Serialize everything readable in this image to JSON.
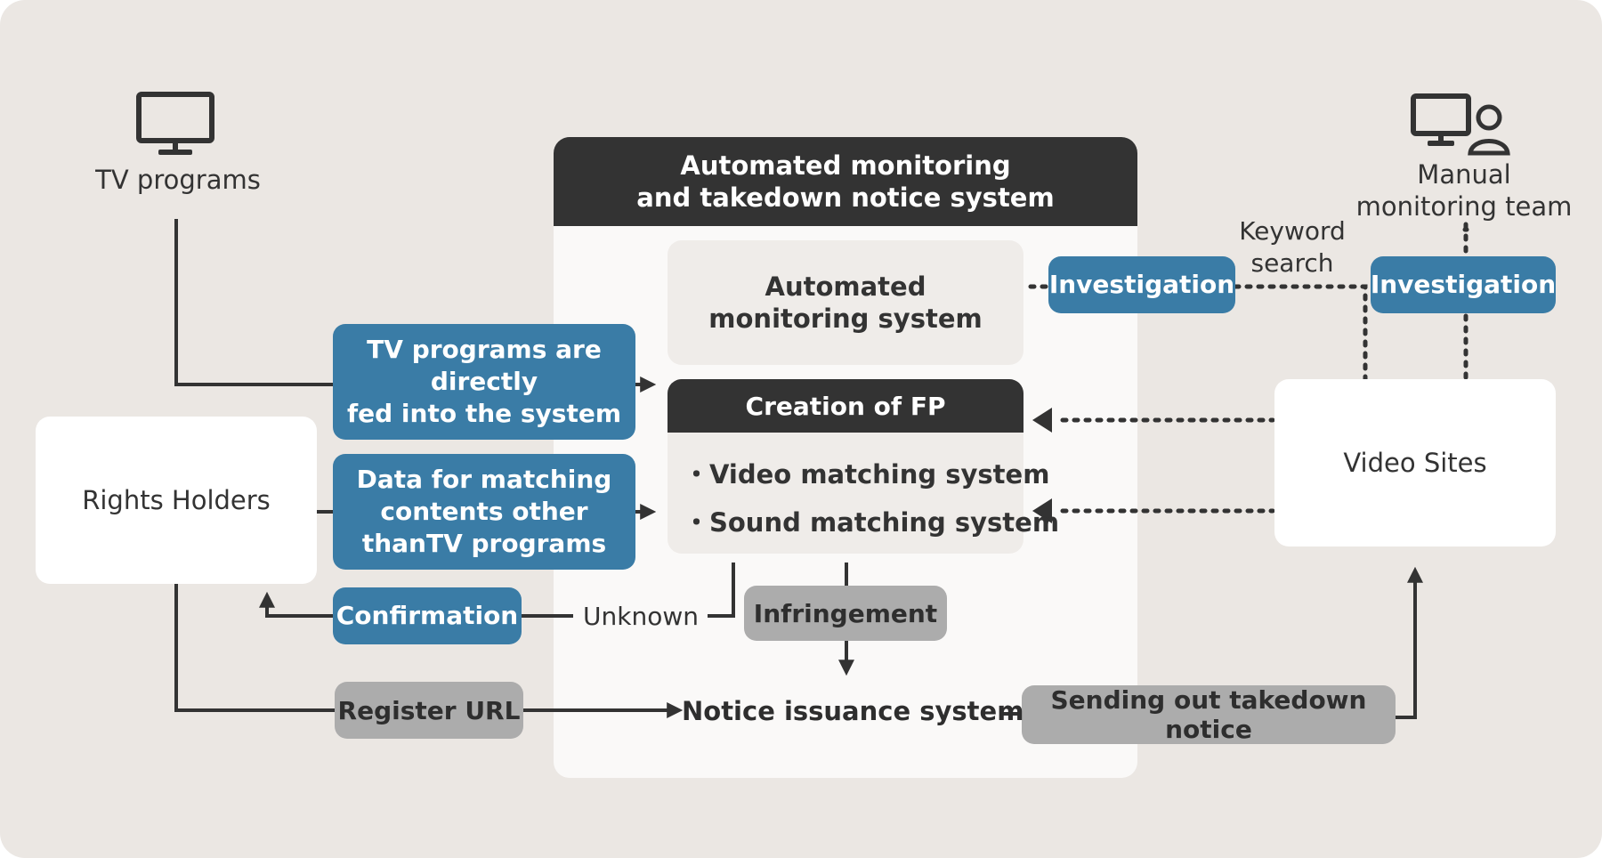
{
  "nodes": {
    "tv_programs": "TV programs",
    "manual_team_line1": "Manual",
    "manual_team_line2": "monitoring team",
    "system_title_line1": "Automated monitoring",
    "system_title_line2": "and takedown notice system",
    "automated_monitoring_line1": "Automated",
    "automated_monitoring_line2": "monitoring system",
    "creation_fp": "Creation of FP",
    "video_matching": "・Video matching system",
    "sound_matching": "・Sound matching system",
    "rights_holders": "Rights Holders",
    "video_sites": "Video Sites",
    "notice_issuance": "Notice issuance system"
  },
  "labels": {
    "tv_fed_line1": "TV programs are directly",
    "tv_fed_line2": "fed into the system",
    "data_matching_line1": "Data for matching",
    "data_matching_line2": "contents  other",
    "data_matching_line3": "thanTV programs",
    "investigation_left": "Investigation",
    "investigation_right": "Investigation",
    "keyword_line1": "Keyword",
    "keyword_line2": "search",
    "confirmation": "Confirmation",
    "unknown": "Unknown",
    "infringement": "Infringement",
    "register_url": "Register URL",
    "sending_notice": "Sending out takedown notice"
  },
  "icons": {
    "tv": "monitor-icon",
    "team": "monitor-person-icon"
  },
  "colors": {
    "background": "#ebe7e3",
    "accent_blue": "#3a7ca6",
    "action_grey": "#acacac",
    "dark": "#333333",
    "panel": "#faf9f8"
  }
}
